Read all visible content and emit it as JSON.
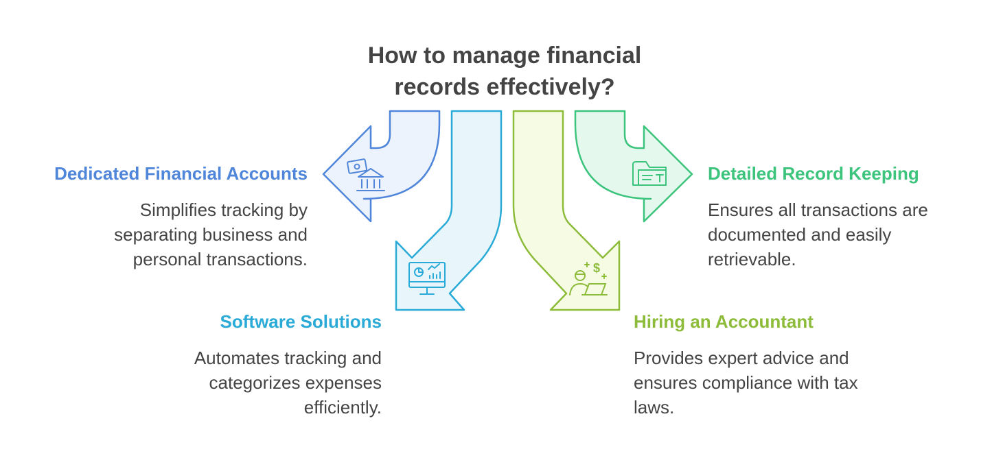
{
  "title": {
    "line1": "How to manage financial",
    "line2": "records effectively?"
  },
  "items": [
    {
      "heading": "Dedicated Financial Accounts",
      "desc": [
        "Simplifies tracking by",
        "separating business and",
        "personal transactions."
      ],
      "color": "#4f86d9",
      "fill": "#edf3fc",
      "icon": "bank-money-icon"
    },
    {
      "heading": "Software Solutions",
      "desc": [
        "Automates tracking and",
        "categorizes expenses",
        "efficiently."
      ],
      "color": "#2aaad6",
      "fill": "#e8f6fb",
      "icon": "monitor-chart-icon"
    },
    {
      "heading": "Hiring an Accountant",
      "desc": [
        "Provides expert advice and",
        "ensures compliance with tax",
        "laws."
      ],
      "color": "#8dbb3a",
      "fill": "#f6fbe4",
      "icon": "accountant-laptop-icon"
    },
    {
      "heading": "Detailed Record Keeping",
      "desc": [
        "Ensures all transactions are",
        "documented and easily",
        "retrievable."
      ],
      "color": "#3cc47c",
      "fill": "#e5f8ee",
      "icon": "folder-document-icon"
    }
  ]
}
